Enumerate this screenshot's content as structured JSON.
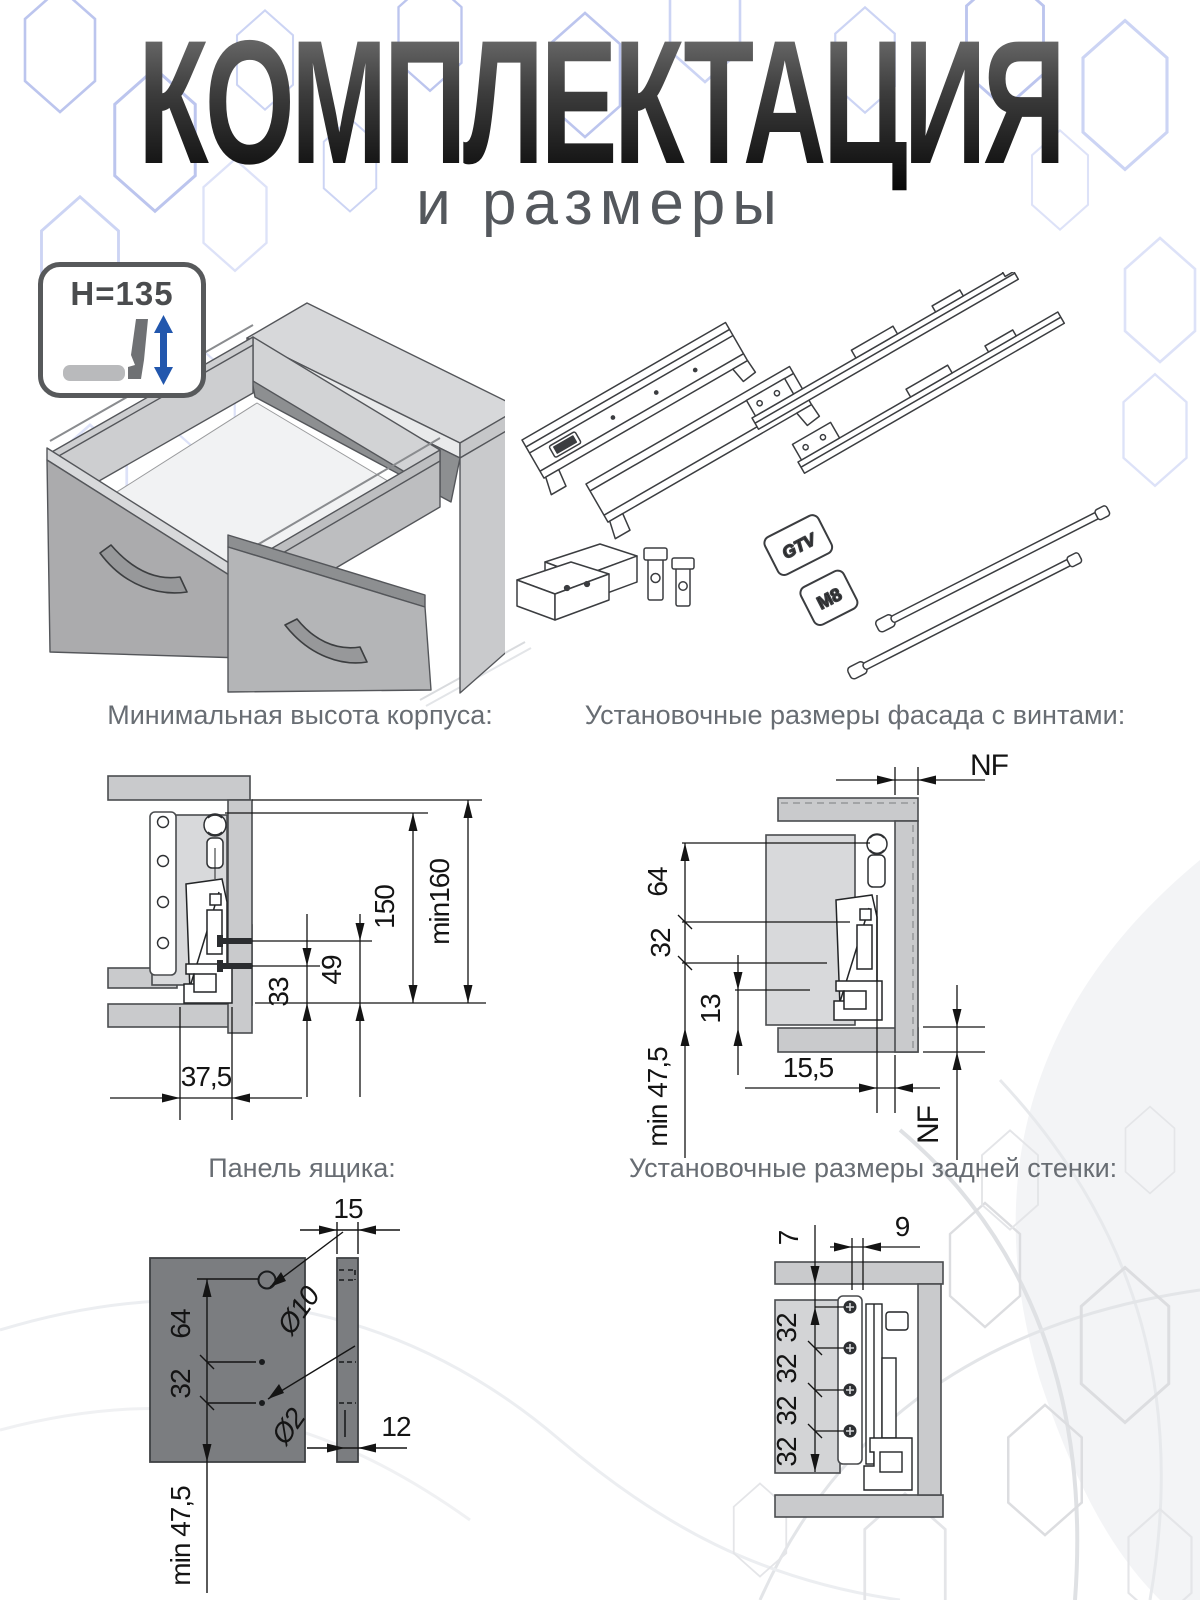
{
  "page": {
    "title": "КОМПЛЕКТАЦИЯ",
    "subtitle": "и размеры"
  },
  "badge": {
    "label": "H=135"
  },
  "exploded": {
    "tag_gtv": "GTV",
    "tag_m8": "M8"
  },
  "sections": {
    "min_height": {
      "title": "Минимальная высота корпуса:",
      "dims": {
        "h150": "150",
        "min160": "min160",
        "h49": "49",
        "h33": "33",
        "w375": "37,5"
      }
    },
    "facade": {
      "title": "Установочные размеры фасада с винтами:",
      "dims": {
        "nf": "NF",
        "v64": "64",
        "v32": "32",
        "v13": "13",
        "min475": "min 47,5",
        "w155": "15,5",
        "nf2": "NF"
      }
    },
    "panel": {
      "title": "Панель ящика:",
      "dims": {
        "t15": "15",
        "t12": "12",
        "v64": "64",
        "v32": "32",
        "d10": "Ø10",
        "d2": "Ø2",
        "min475": "min 47,5"
      }
    },
    "back_wall": {
      "title": "Установочные размеры задней стенки:",
      "dims": {
        "v7": "7",
        "v9": "9",
        "v32": "32"
      }
    }
  }
}
